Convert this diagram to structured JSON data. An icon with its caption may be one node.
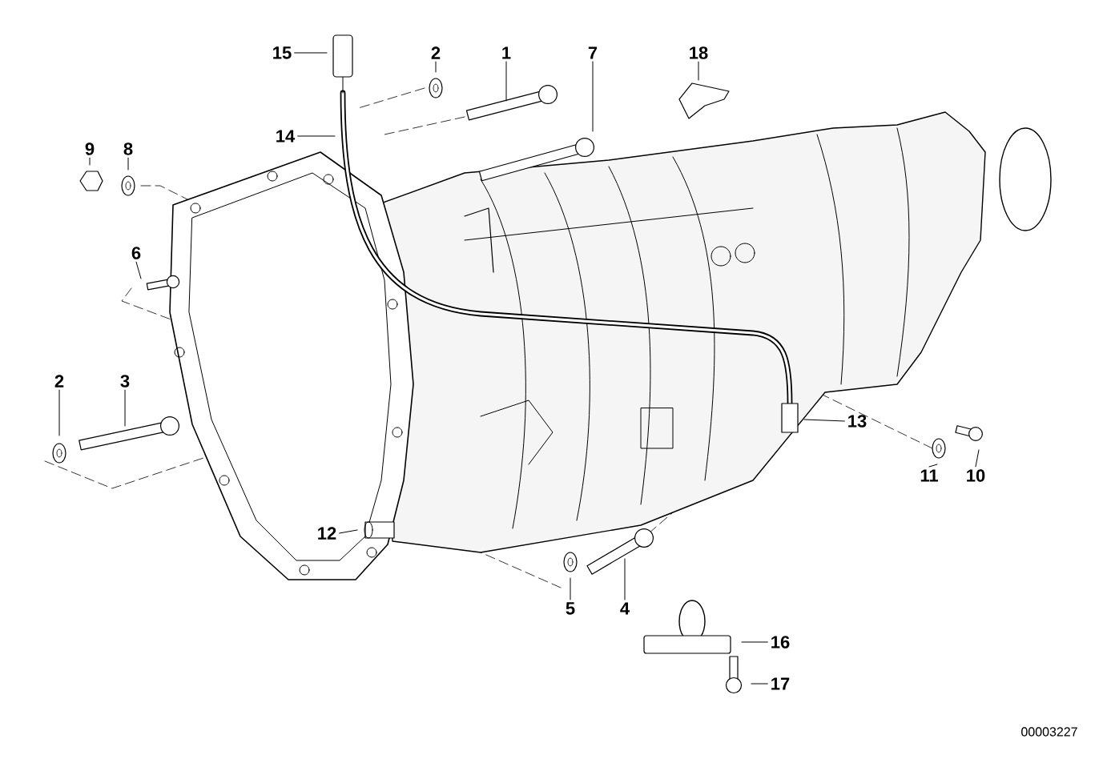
{
  "diagram": {
    "nodes": [
      {
        "text": [
          "15"
        ]
      },
      {
        "text": [
          "2"
        ]
      },
      {
        "text": [
          "1"
        ]
      },
      {
        "text": [
          "7"
        ]
      },
      {
        "text": [
          "18"
        ]
      },
      {
        "text": [
          "9"
        ]
      },
      {
        "text": [
          "8"
        ]
      },
      {
        "text": [
          "14"
        ]
      },
      {
        "text": [
          "6"
        ]
      },
      {
        "text": [
          "2"
        ]
      },
      {
        "text": [
          "3"
        ]
      },
      {
        "text": [
          "12"
        ]
      },
      {
        "text": [
          "13"
        ]
      },
      {
        "text": [
          "11"
        ]
      },
      {
        "text": [
          "10"
        ]
      },
      {
        "text": [
          "5"
        ]
      },
      {
        "text": [
          "4"
        ]
      },
      {
        "text": [
          "16"
        ]
      },
      {
        "text": [
          "17"
        ]
      }
    ],
    "edges": [
      {
        "from": 0,
        "to": null,
        "arrow": "none"
      },
      {
        "from": 1,
        "to": null,
        "arrow": "none"
      },
      {
        "from": 2,
        "to": null,
        "arrow": "none"
      },
      {
        "from": 3,
        "to": null,
        "arrow": "none"
      },
      {
        "from": 4,
        "to": null,
        "arrow": "none"
      },
      {
        "from": 5,
        "to": null,
        "arrow": "none"
      },
      {
        "from": 6,
        "to": null,
        "arrow": "none"
      },
      {
        "from": 7,
        "to": null,
        "arrow": "none"
      },
      {
        "from": 8,
        "to": null,
        "arrow": "none"
      },
      {
        "from": 9,
        "to": null,
        "arrow": "none"
      },
      {
        "from": 10,
        "to": null,
        "arrow": "none"
      },
      {
        "from": 11,
        "to": null,
        "arrow": "none"
      },
      {
        "from": 12,
        "to": null,
        "arrow": "none"
      },
      {
        "from": 13,
        "to": null,
        "arrow": "none"
      },
      {
        "from": 14,
        "to": null,
        "arrow": "none"
      },
      {
        "from": 15,
        "to": null,
        "arrow": "none"
      },
      {
        "from": 16,
        "to": null,
        "arrow": "none"
      },
      {
        "from": 17,
        "to": null,
        "arrow": "none"
      },
      {
        "from": 18,
        "to": null,
        "arrow": "none"
      }
    ],
    "labels": [
      "00003227"
    ]
  }
}
